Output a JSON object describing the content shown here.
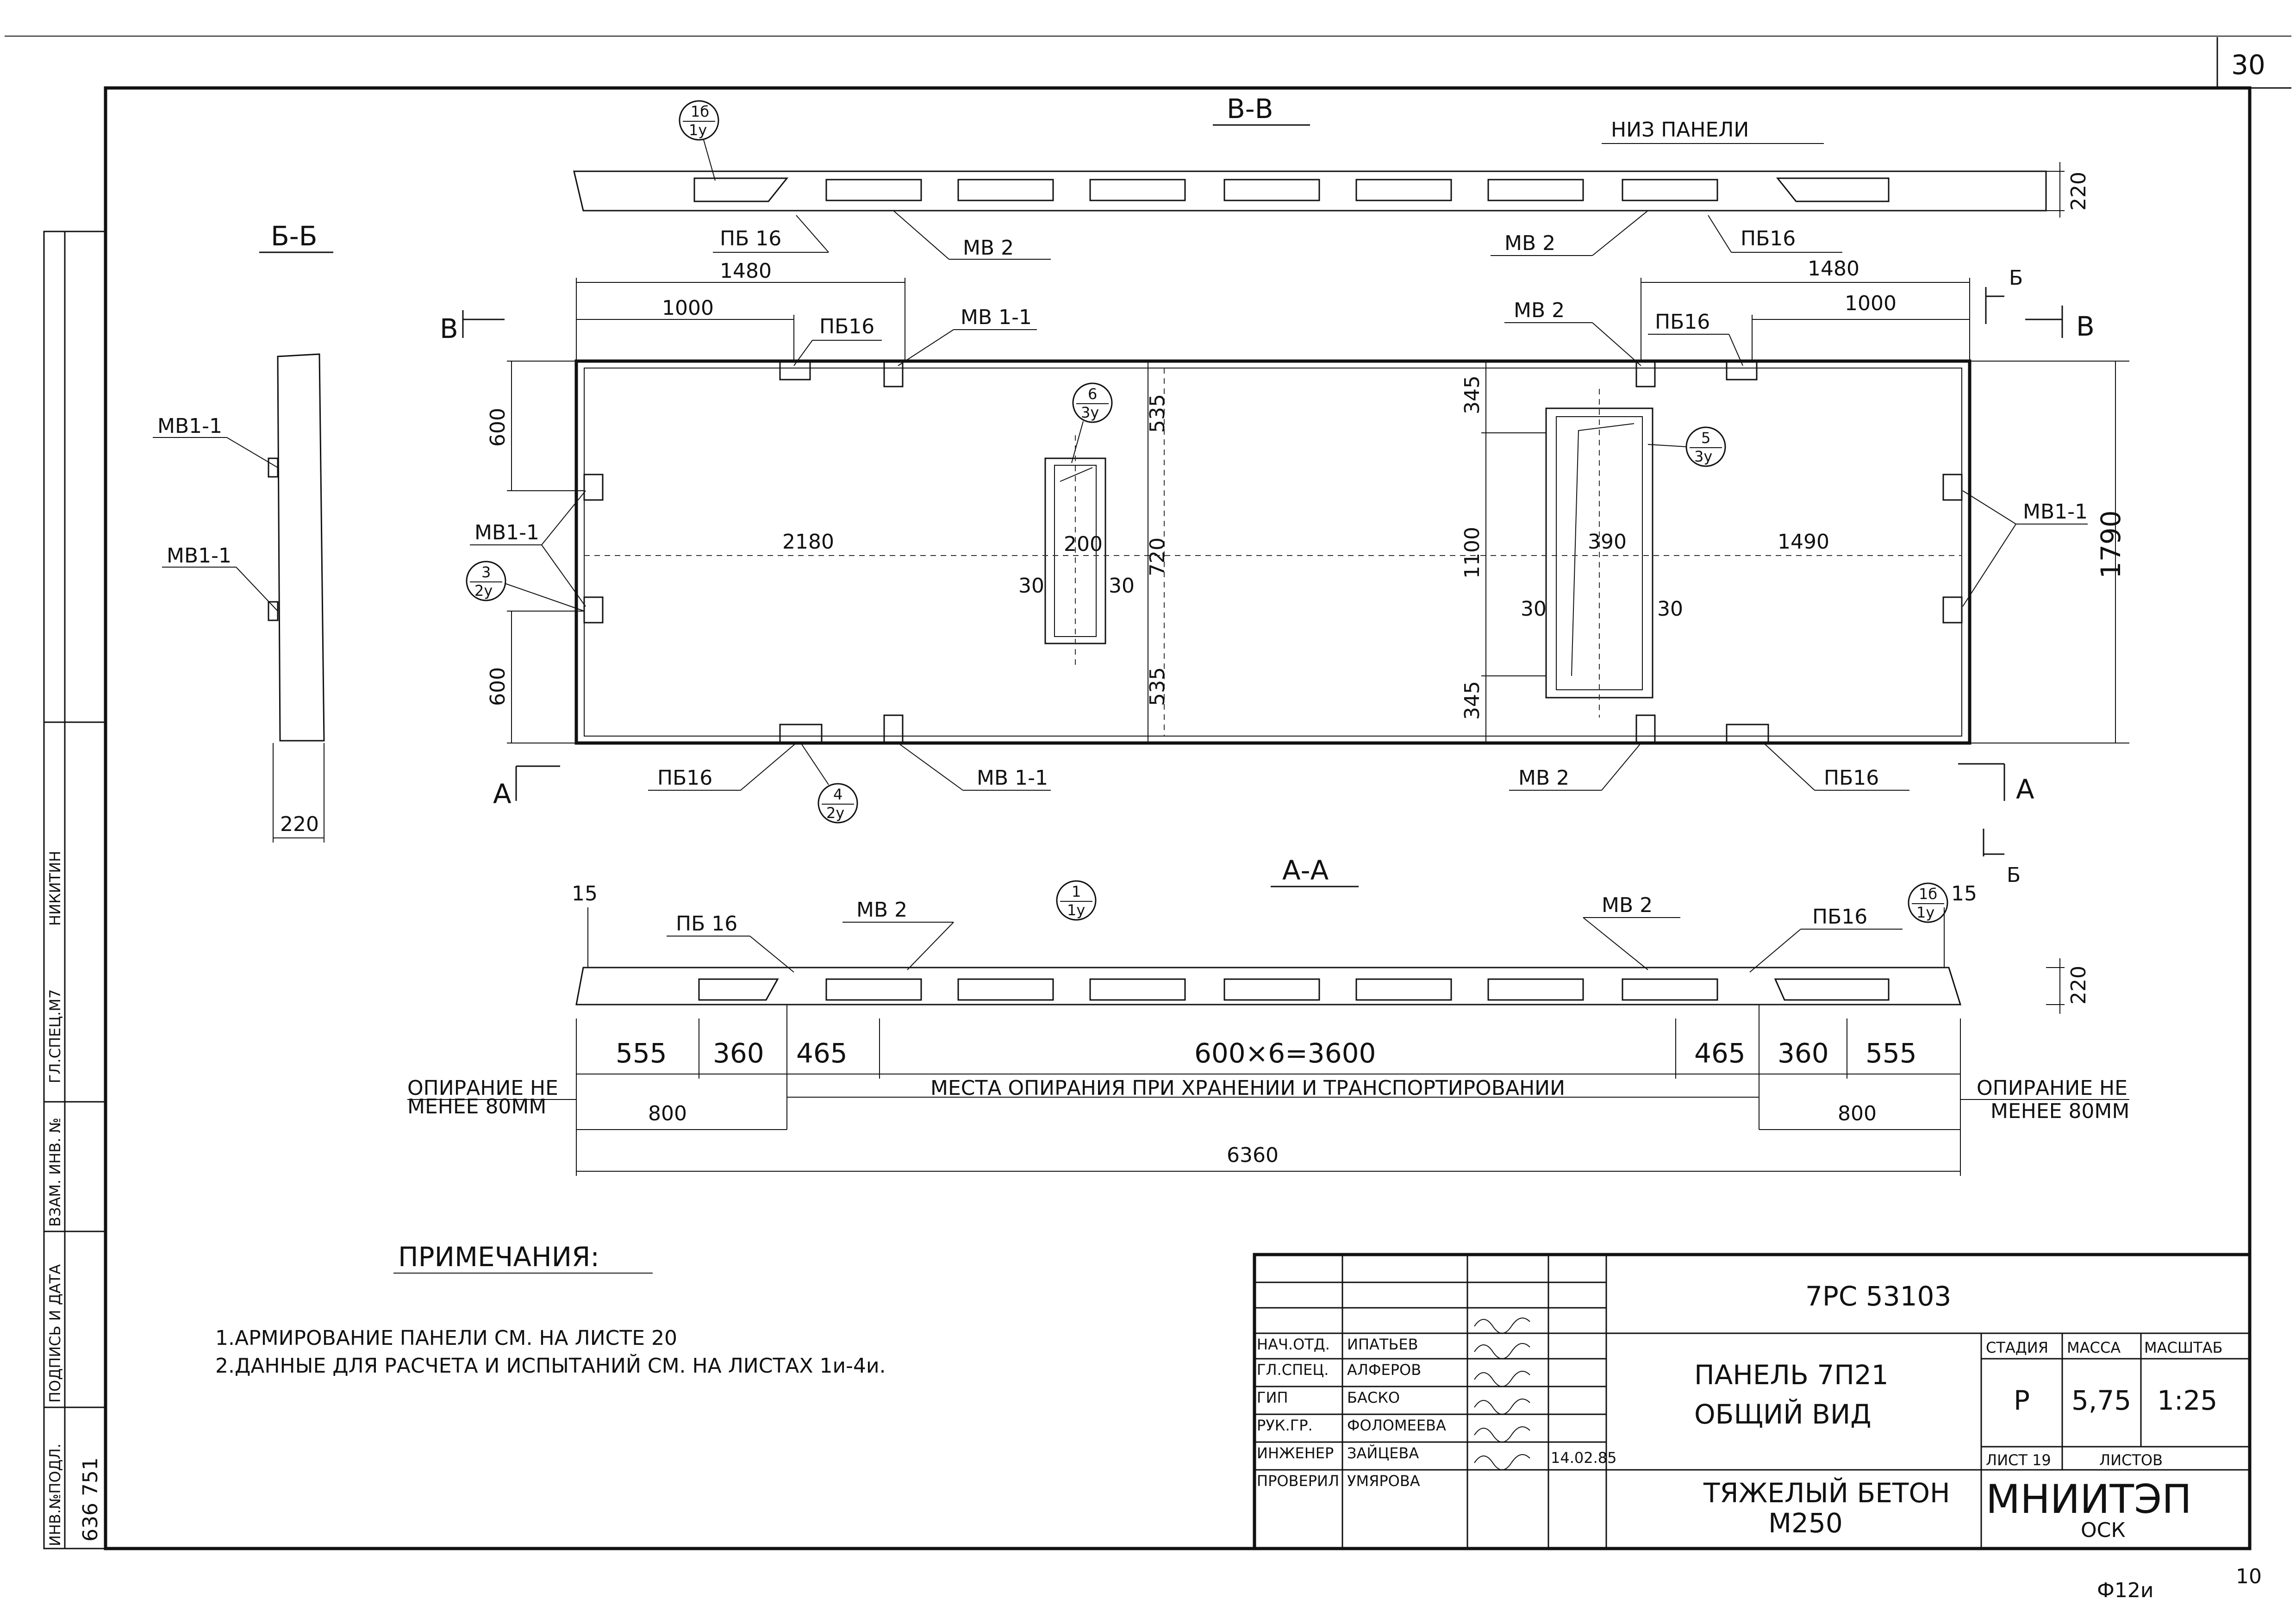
{
  "sheet_corner_number": "30",
  "sheet_bottom_number": "10",
  "format_code": "Ф12и",
  "sections": {
    "bb_title": "Б-Б",
    "vv_title": "В-В",
    "aa_title": "А-А",
    "panel_bottom": "НИЗ ПАНЕЛИ"
  },
  "markers": {
    "A": "А",
    "B": "Б",
    "V": "В"
  },
  "labels": {
    "mb11": "МВ 1-1",
    "mb11_alt": "МВ1-1",
    "mb2": "МВ 2",
    "pb16": "ПБ16",
    "pb16_alt": "ПБ 16"
  },
  "callouts": {
    "c1": {
      "top": "1",
      "bottom": "1у"
    },
    "c1b": {
      "top": "1б",
      "bottom": "1у"
    },
    "c3": {
      "top": "3",
      "bottom": "2у"
    },
    "c4": {
      "top": "4",
      "bottom": "2у"
    },
    "c5": {
      "top": "5",
      "bottom": "3у"
    },
    "c6": {
      "top": "6",
      "bottom": "3у"
    }
  },
  "dims": {
    "d1480": "1480",
    "d1000": "1000",
    "d600": "600",
    "d2180": "2180",
    "d535": "535",
    "d720": "720",
    "d200": "200",
    "d30": "30",
    "d345": "345",
    "d1100": "1100",
    "d390": "390",
    "d1490": "1490",
    "d1790": "1790",
    "d220": "220",
    "d15": "15",
    "d555": "555",
    "d360": "360",
    "d465": "465",
    "d3600": "600×6=3600",
    "d800": "800",
    "d6360": "6360"
  },
  "support_note_line1": "ОПИРАНИЕ НЕ",
  "support_note_line2": "МЕНЕЕ 80ММ",
  "storage_note": "МЕСТА ОПИРАНИЯ ПРИ ХРАНЕНИИ И ТРАНСПОРТИРОВАНИИ",
  "notes": {
    "title": "ПРИМЕЧАНИЯ:",
    "item1": "1.АРМИРОВАНИЕ ПАНЕЛИ СМ. НА ЛИСТЕ 20",
    "item2": "2.ДАННЫЕ ДЛЯ РАСЧЕТА И ИСПЫТАНИЙ СМ. НА ЛИСТАХ 1и-4и."
  },
  "side_stamp": {
    "spec_label": "ГЛ.СПЕЦ.М7",
    "spec_name": "НИКИТИН",
    "inv_label": "ИНВ.№ПОДЛ.",
    "sign_label": "ПОДПИСЬ И ДАТА",
    "zam_label": "ВЗАМ. ИНВ. №",
    "inv_number": "636 751"
  },
  "title_block": {
    "doc_code": "7РС 53103",
    "title_line1": "ПАНЕЛЬ 7П21",
    "title_line2": "ОБЩИЙ ВИД",
    "material_line1": "ТЯЖЕЛЫЙ БЕТОН",
    "material_line2": "М250",
    "stage_header": "СТАДИЯ",
    "mass_header": "МАССА",
    "scale_header": "МАСШТАБ",
    "stage_value": "Р",
    "mass_value": "5,75",
    "scale_value": "1:25",
    "sheet_label": "ЛИСТ 19",
    "sheets_label": "ЛИСТОВ",
    "org_name": "МНИИТЭП",
    "org_sub": "ОСК",
    "date": "14.02.85",
    "roles": [
      "НАЧ.ОТД.",
      "ГЛ.СПЕЦ.",
      "ГИП",
      "РУК.ГР.",
      "ИНЖЕНЕР",
      "ПРОВЕРИЛ"
    ],
    "names": [
      "ИПАТЬЕВ",
      "АЛФЕРОВ",
      "БАСКО",
      "ФОЛОМЕЕВА",
      "ЗАЙЦЕВА",
      "УМЯРОВА"
    ]
  }
}
